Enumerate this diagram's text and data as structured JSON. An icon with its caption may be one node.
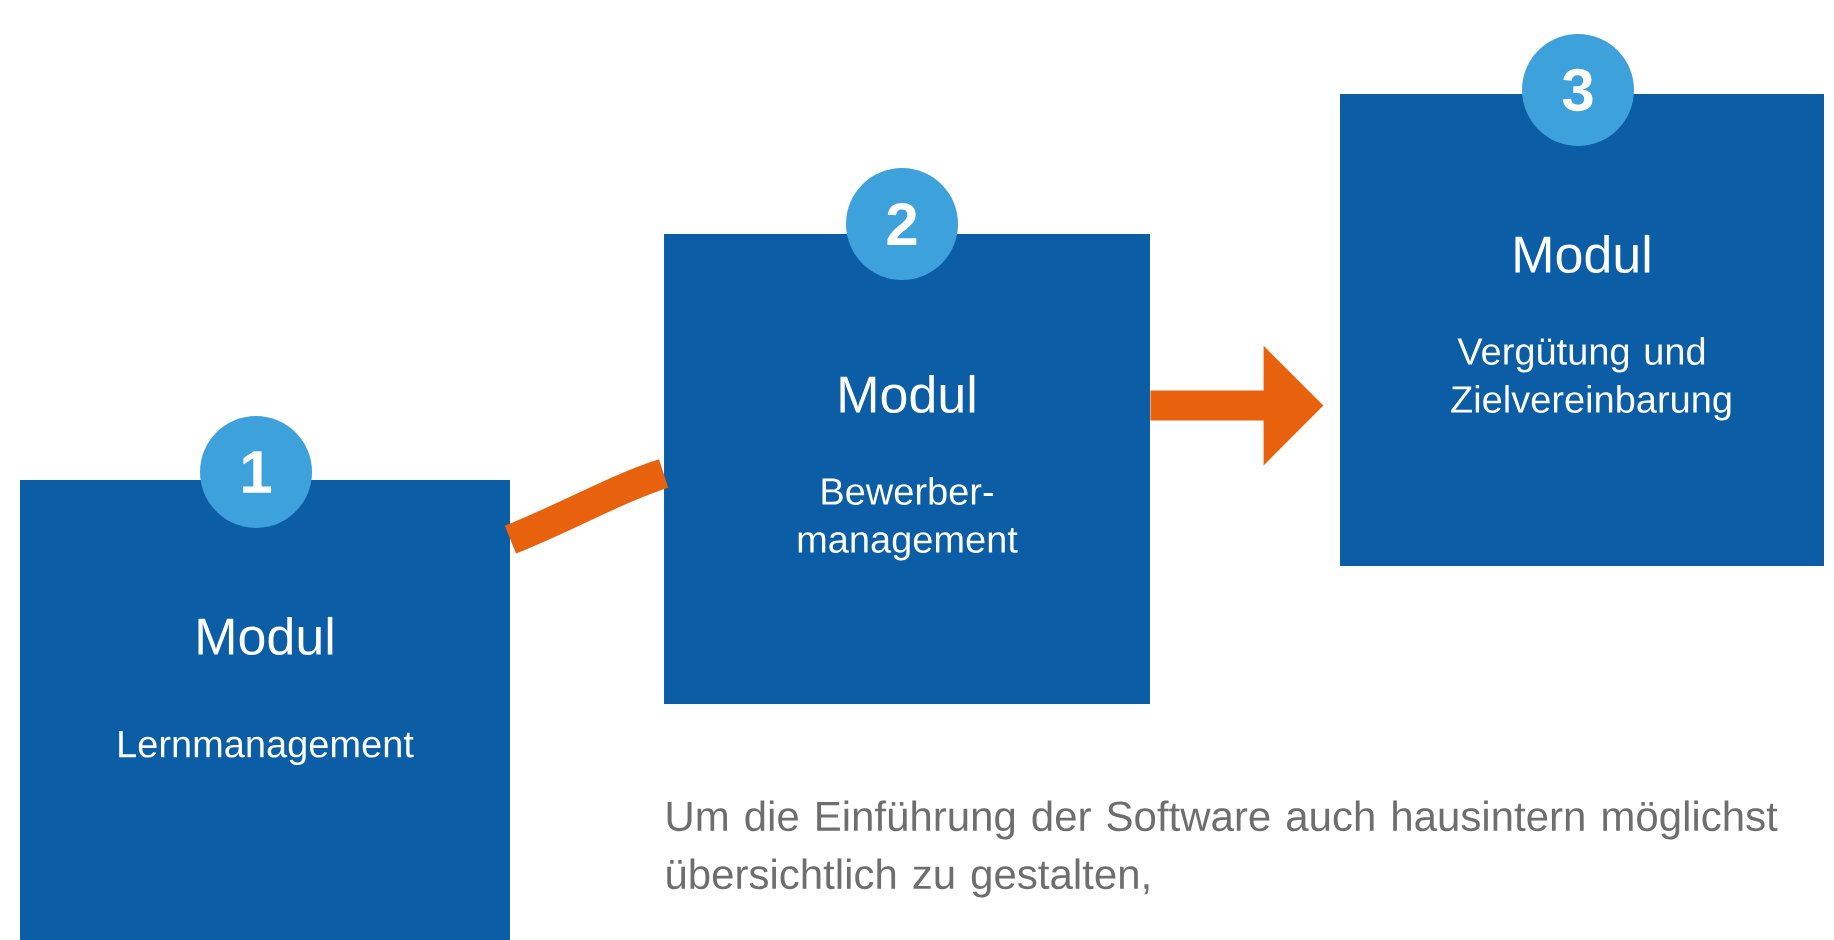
{
  "diagram": {
    "nodes": [
      {
        "text": [
          "Modul",
          "Lernmanagement"
        ]
      },
      {
        "text": [
          "1"
        ]
      },
      {
        "text": [
          "Modul",
          "Bewerber- management"
        ]
      },
      {
        "text": [
          "2"
        ]
      },
      {
        "text": [
          "Modul",
          "Vergütung und Zielvereinbarung"
        ]
      },
      {
        "text": [
          "3"
        ]
      }
    ],
    "edges": [
      {
        "from": 0,
        "to": 2,
        "arrow": "none"
      },
      {
        "from": 2,
        "to": 4,
        "arrow": "to"
      }
    ],
    "labels": [
      "Um die Einführung der Software auch hausintern möglichst übersichtlich zu gestalten,"
    ]
  }
}
